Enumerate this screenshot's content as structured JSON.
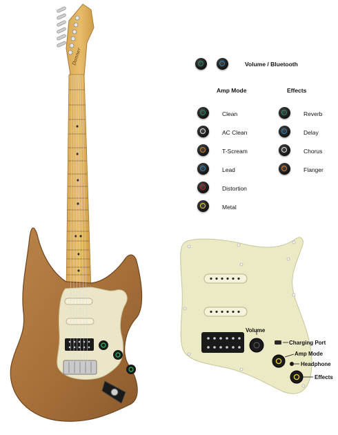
{
  "top_control": {
    "label": "Volume / Bluetooth",
    "colors": [
      "#1f8a5a",
      "#2a7fb5"
    ]
  },
  "amp_mode": {
    "title": "Amp Mode",
    "items": [
      {
        "label": "Clean",
        "color": "#1f8a5a"
      },
      {
        "label": "AC Clean",
        "color": "#e8e8e8"
      },
      {
        "label": "T-Scream",
        "color": "#d97a2b"
      },
      {
        "label": "Lead",
        "color": "#2a7fb5"
      },
      {
        "label": "Distortion",
        "color": "#c0232b"
      },
      {
        "label": "Metal",
        "color": "#e8cf2a"
      }
    ]
  },
  "effects": {
    "title": "Effects",
    "items": [
      {
        "label": "Reverb",
        "color": "#1f8a5a"
      },
      {
        "label": "Delay",
        "color": "#2a7fb5"
      },
      {
        "label": "Chorus",
        "color": "#e8e8e8"
      },
      {
        "label": "Flanger",
        "color": "#d97a2b"
      }
    ]
  },
  "callouts": {
    "volume": "Volume",
    "charging_port": "Charging Port",
    "amp_mode": "Amp Mode",
    "headphone": "Headphone",
    "effects": "Effects"
  },
  "headstock_logo": "Donner"
}
